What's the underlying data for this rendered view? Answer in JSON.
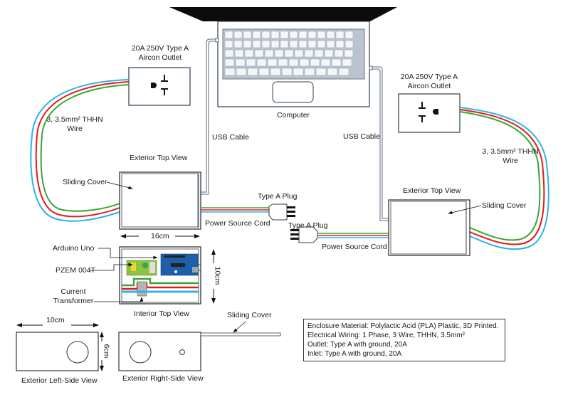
{
  "title": "Aircon Power Monitoring Enclosure Wiring Diagram",
  "labels": {
    "computer": "Computer",
    "outlet_left": [
      "20A 250V Type A",
      "Aircon Outlet"
    ],
    "outlet_right": [
      "20A 250V Type A",
      "Aircon Outlet"
    ],
    "wire_left": [
      "3, 3.5mm² THHN",
      "Wire"
    ],
    "wire_right": [
      "3, 3.5mm² THHN",
      "Wire"
    ],
    "usb_left": "USB Cable",
    "usb_right": "USB Cable",
    "ext_top_left": "Exterior Top View",
    "ext_top_right": "Exterior Top View",
    "sliding_cover_left": "Sliding Cover",
    "sliding_cover_right": "Sliding Cover",
    "sliding_cover_side": "Sliding Cover",
    "plug_left": "Type A Plug",
    "plug_right": "Type A Plug",
    "cord_left": "Power Source Cord",
    "cord_right": "Power Source Cord",
    "dim_16cm": "16cm",
    "dim_10cm_vertical": "10cm",
    "dim_10cm_side": "10cm",
    "dim_6cm": "6cm",
    "arduino": "Arduino Uno",
    "pzem": "PZEM 004T",
    "ct": [
      "Current",
      "Transformer"
    ],
    "interior_top": "Interior Top View",
    "ext_left_side": "Exterior Left-Side View",
    "ext_right_side": "Exterior Right-Side  View"
  },
  "specs": [
    "Enclosure Material: Polylactic Acid (PLA) Plastic, 3D Printed.",
    "Electrical Wiring: 1 Phase, 3 Wire, THHN, 3.5mm²",
    "Outlet: Type A with ground, 20A",
    "Inlet: Type A with ground, 20A"
  ],
  "colors": {
    "wire_live": "#e8191b",
    "wire_ground": "#3aa535",
    "wire_neutral": "#2bb3ea",
    "outline": "#2c3e50",
    "arduino": "#1d5fa8",
    "pzem": "#8cc43f"
  },
  "icons": {
    "laptop": "laptop-icon",
    "outlet": "type-a-outlet-icon",
    "plug": "type-a-plug-icon"
  }
}
